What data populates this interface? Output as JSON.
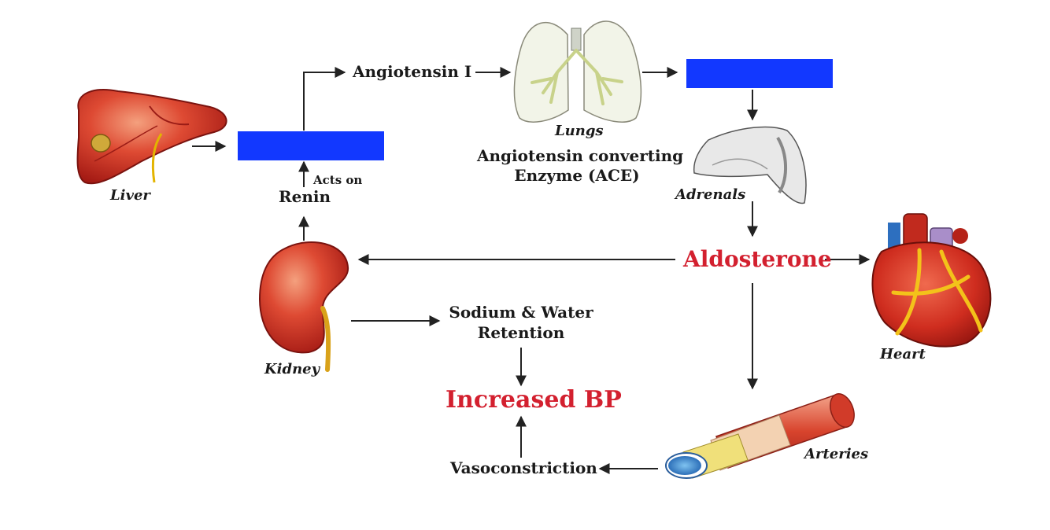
{
  "diagram": {
    "organs": {
      "liver": "Liver",
      "lungs": "Lungs",
      "adrenals": "Adrenals",
      "kidney": "Kidney",
      "heart": "Heart",
      "arteries": "Arteries"
    },
    "substances": {
      "angiotensin_1": "Angiotensin I",
      "renin": "Renin",
      "acts_on": "Acts on",
      "ace_line1": "Angiotensin converting",
      "ace_line2": "Enzyme (ACE)",
      "aldosterone": "Aldosterone"
    },
    "effects": {
      "sodium_line1": "Sodium & Water",
      "sodium_line2": "Retention",
      "increased_bp": "Increased BP",
      "vasoconstriction": "Vasoconstriction"
    },
    "colors": {
      "highlight_red": "#d3202f",
      "hidden_label_box": "#1238ff",
      "arrow": "#222222"
    }
  }
}
